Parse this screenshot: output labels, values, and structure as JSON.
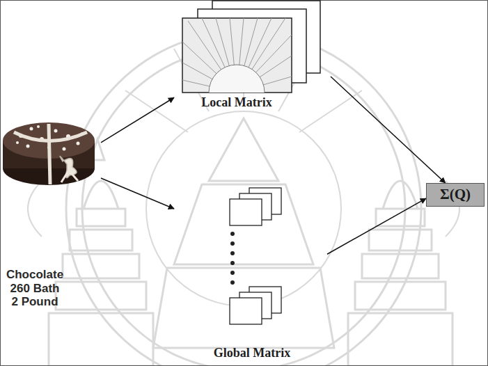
{
  "diagram": {
    "nodes": [
      {
        "text": [
          "Chocolate 260 Bath 2 Pound"
        ]
      },
      {
        "text": [
          "Local Matrix"
        ]
      },
      {
        "text": [
          "Global Matrix"
        ]
      },
      {
        "text": [
          "Σ(Q)"
        ]
      }
    ],
    "edges": [
      {
        "from": 0,
        "to": 1,
        "arrow": "to"
      },
      {
        "from": 0,
        "to": 2,
        "arrow": "to"
      },
      {
        "from": 1,
        "to": 3,
        "arrow": "to"
      },
      {
        "from": 2,
        "to": 3,
        "arrow": "to"
      }
    ]
  }
}
